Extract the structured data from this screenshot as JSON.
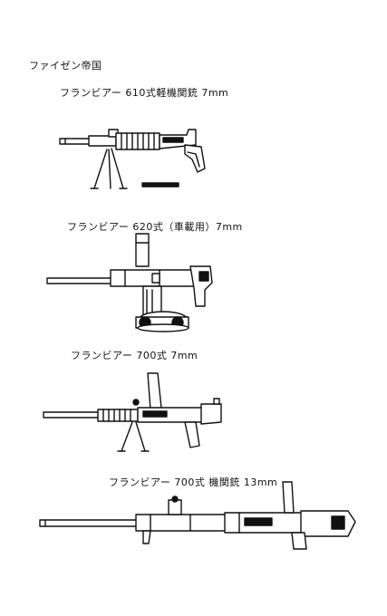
{
  "page": {
    "title": "ファイゼン帝国"
  },
  "weapons": [
    {
      "label": "フランビアー 610式軽機関銃 7mm",
      "icon": "light-machine-gun-bipod-icon"
    },
    {
      "label": "フランビアー 620式（車載用）7mm",
      "icon": "vehicle-mounted-machine-gun-icon"
    },
    {
      "label": "フランビアー 700式 7mm",
      "icon": "machine-gun-bipod-icon"
    },
    {
      "label": "フランビアー 700式 機関銃 13mm",
      "icon": "heavy-machine-gun-icon"
    }
  ],
  "colors": {
    "ink": "#111111",
    "paper": "#ffffff"
  }
}
